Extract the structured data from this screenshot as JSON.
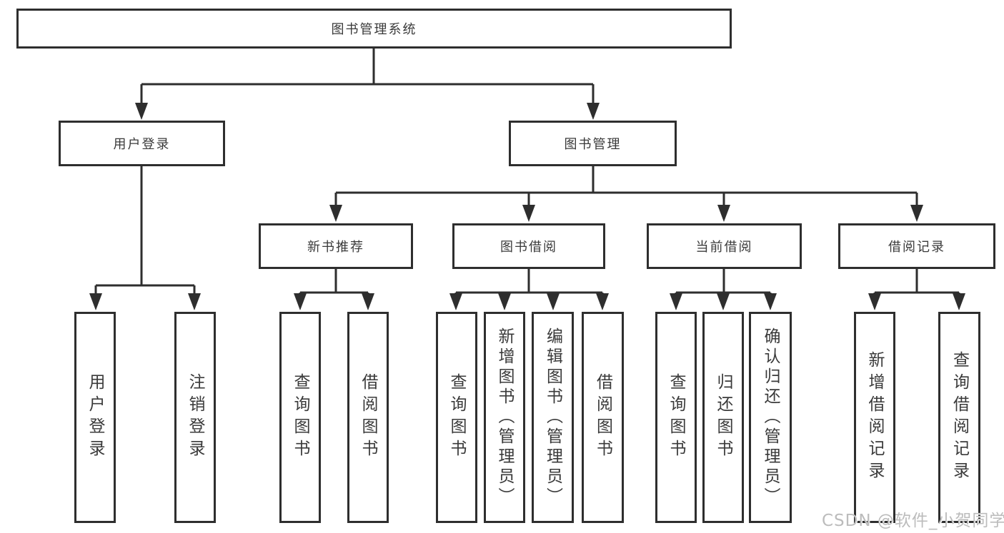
{
  "style": {
    "background": "#ffffff",
    "line_color": "#2e2e2e",
    "text_color": "#3a3a3a",
    "watermark_color": "#bcbcbc"
  },
  "tree": {
    "root": {
      "label": "图书管理系统"
    },
    "branches": [
      {
        "label": "用户登录",
        "children": [
          {
            "label": "用户登录"
          },
          {
            "label": "注销登录"
          }
        ]
      },
      {
        "label": "图书管理",
        "children": [
          {
            "label": "新书推荐",
            "children": [
              {
                "label": "查询图书"
              },
              {
                "label": "借阅图书"
              }
            ]
          },
          {
            "label": "图书借阅",
            "children": [
              {
                "label": "查询图书"
              },
              {
                "label": "新增图书（管理员）"
              },
              {
                "label": "编辑图书（管理员）"
              },
              {
                "label": "借阅图书"
              }
            ]
          },
          {
            "label": "当前借阅",
            "children": [
              {
                "label": "查询图书"
              },
              {
                "label": "归还图书"
              },
              {
                "label": "确认归还（管理员）"
              }
            ]
          },
          {
            "label": "借阅记录",
            "children": [
              {
                "label": "新增借阅记录"
              },
              {
                "label": "查询借阅记录"
              }
            ]
          }
        ]
      }
    ]
  },
  "watermark": {
    "text": "CSDN @软件_小贺同学"
  }
}
